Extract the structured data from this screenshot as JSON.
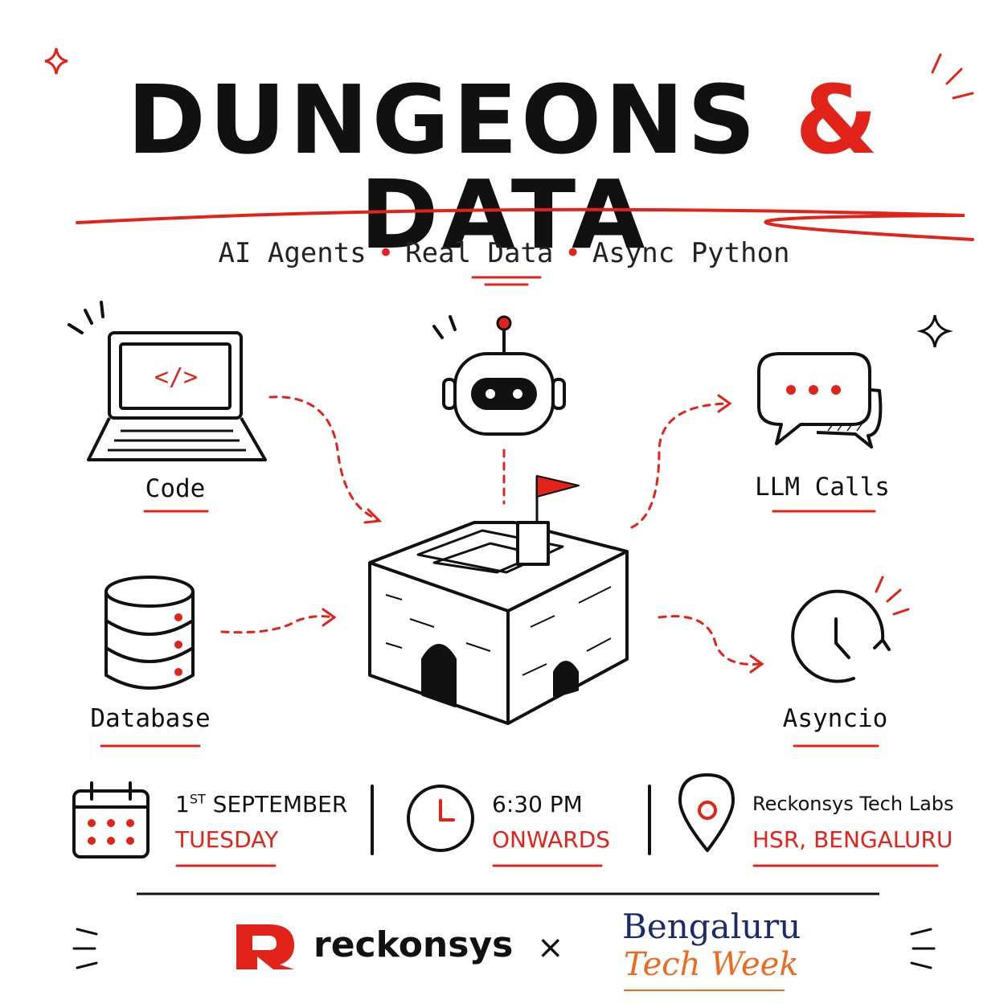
{
  "title": {
    "part1": "DUNGEONS",
    "amp": "&",
    "part2": "DATA"
  },
  "subtitle": {
    "items": [
      "AI Agents",
      "Real Data",
      "Async Python"
    ],
    "separator": "•"
  },
  "nodes": {
    "code": "Code",
    "database": "Database",
    "llm_calls": "LLM Calls",
    "asyncio": "Asyncio",
    "code_symbol": "</>"
  },
  "event": {
    "date": {
      "day_num": "1",
      "day_suffix": "ST",
      "month": "SEPTEMBER",
      "weekday": "TUESDAY"
    },
    "time": {
      "value": "6:30 PM",
      "note": "ONWARDS"
    },
    "location": {
      "venue": "Reckonsys Tech Labs",
      "area": "HSR, BENGALURU"
    }
  },
  "footer": {
    "brand": "reckonsys",
    "times": "×",
    "partner_line1": "Bengaluru",
    "partner_line2": "Tech Week"
  },
  "colors": {
    "accent": "#e2231a",
    "ink": "#111111",
    "btw_blue": "#1b2a6b",
    "btw_orange": "#ee6a1f"
  },
  "icons": [
    "laptop-icon",
    "robot-icon",
    "chat-bubble-icon",
    "database-icon",
    "castle-icon",
    "clock-icon",
    "calendar-icon",
    "location-pin-icon",
    "reckonsys-logo"
  ]
}
